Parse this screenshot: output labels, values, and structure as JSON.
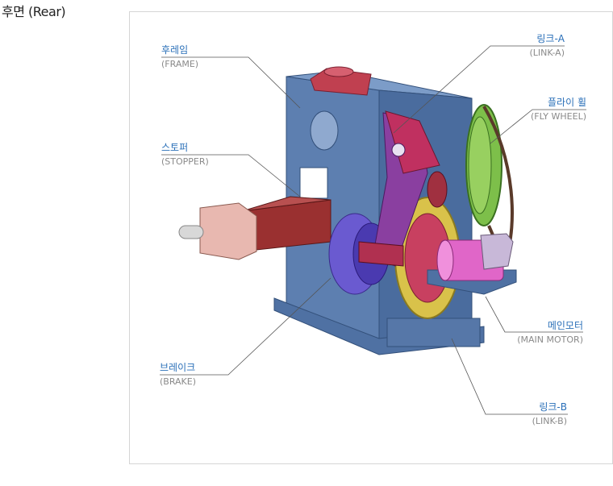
{
  "page": {
    "title": "후면 (Rear)"
  },
  "labels": {
    "frame": {
      "ko": "후레임",
      "en": "(FRAME)"
    },
    "stopper": {
      "ko": "스토퍼",
      "en": "(STOPPER)"
    },
    "brake": {
      "ko": "브레이크",
      "en": "(BRAKE)"
    },
    "link_a": {
      "ko": "링크-A",
      "en": "(LINK-A)"
    },
    "flywheel": {
      "ko": "플라이 휠",
      "en": "(FLY WHEEL)"
    },
    "main_motor": {
      "ko": "메인모터",
      "en": "(MAIN MOTOR)"
    },
    "link_b": {
      "ko": "링크-B",
      "en": "(LINK-B)"
    }
  },
  "colors": {
    "frame": "#5d7fb0",
    "frame_dark": "#3e5f8e",
    "link": "#8a3fa0",
    "gear": "#d9c24a",
    "flywheel": "#7dbf4a",
    "motor": "#e066c8",
    "stopper": "#9a3030",
    "head": "#c04050",
    "label_blue": "#2a6fb8",
    "label_gray": "#8a8a8a"
  }
}
